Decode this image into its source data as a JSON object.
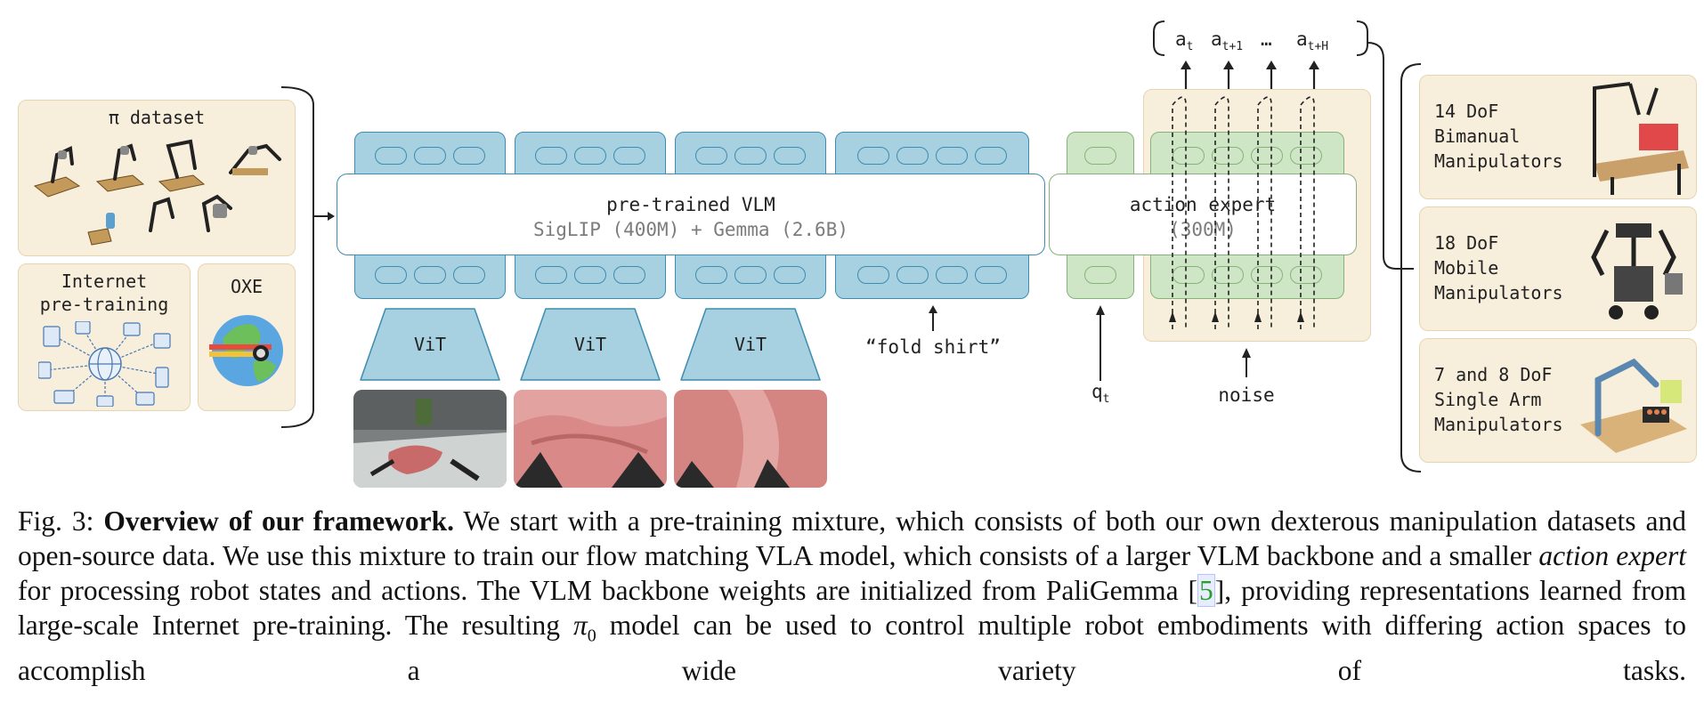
{
  "figure": {
    "dataset_panel": {
      "pi_title": "π dataset",
      "internet_title_l1": "Internet",
      "internet_title_l2": "pre-training",
      "oxe_title": "OXE"
    },
    "vlm": {
      "line1": "pre-trained VLM",
      "line2": "SigLIP (400M) + Gemma (2.6B)",
      "vit_label": "ViT",
      "prompt": "“fold shirt”"
    },
    "action_expert": {
      "line1": "action expert",
      "line2": "(300M)",
      "state_label_base": "q",
      "state_label_sub": "t",
      "noise_label": "noise",
      "outputs": [
        {
          "base": "a",
          "sub": "t"
        },
        {
          "base": "a",
          "sub": "t+1"
        },
        {
          "base": "…",
          "sub": ""
        },
        {
          "base": "a",
          "sub": "t+H"
        }
      ]
    },
    "embodiments": [
      {
        "text": "14 DoF\nBimanual\nManipulators"
      },
      {
        "text": "18 DoF\nMobile\nManipulators"
      },
      {
        "text": "7 and 8 DoF\nSingle Arm\nManipulators"
      }
    ],
    "colors": {
      "vlm_fill": "#a7d0e0",
      "vlm_stroke": "#3c8db0",
      "expert_fill": "#cfe6c6",
      "expert_stroke": "#86b37a",
      "panel_fill": "#f7eedc"
    }
  },
  "caption": {
    "label": "Fig. 3:",
    "bold": "Overview of our framework.",
    "text_a": " We start with a pre-training mixture, which consists of both our own dexterous manipulation datasets and open-source data. We use this mixture to train our flow matching VLA model, which consists of a larger VLM backbone and a smaller ",
    "italic": "action expert",
    "text_b": " for processing robot states and actions. The VLM backbone weights are initialized from PaliGemma [",
    "cite": "5",
    "text_c": "], providing representations learned from large-scale Internet pre-training. The resulting ",
    "pi_symbol": "π",
    "pi_sub": "0",
    "text_d": " model can be used to control multiple robot embodiments with differing action spaces to accomplish a wide variety of tasks."
  }
}
